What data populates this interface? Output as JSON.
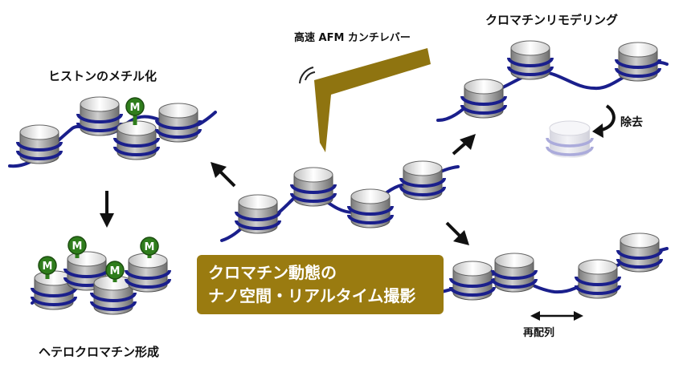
{
  "labels": {
    "histone_methylation": "ヒストンのメチル化",
    "afm_cantilever": "高速 AFM カンチレバー",
    "chromatin_remodeling": "クロマチンリモデリング",
    "removal": "除去",
    "heterochromatin": "ヘテロクロマチン形成",
    "repositioning": "再配列",
    "methyl_mark": "M"
  },
  "center_box": {
    "line1": "クロマチン動態の",
    "line2": "ナノ空間・リアルタイム撮影"
  },
  "colors": {
    "dna": "#1a1f8c",
    "histone_light": "#ededed",
    "histone_dark": "#8d8d8d",
    "methyl": "#2f7d1c",
    "afm": "#8f7410",
    "center_box": "#9a7b10",
    "arrow": "#111111"
  }
}
